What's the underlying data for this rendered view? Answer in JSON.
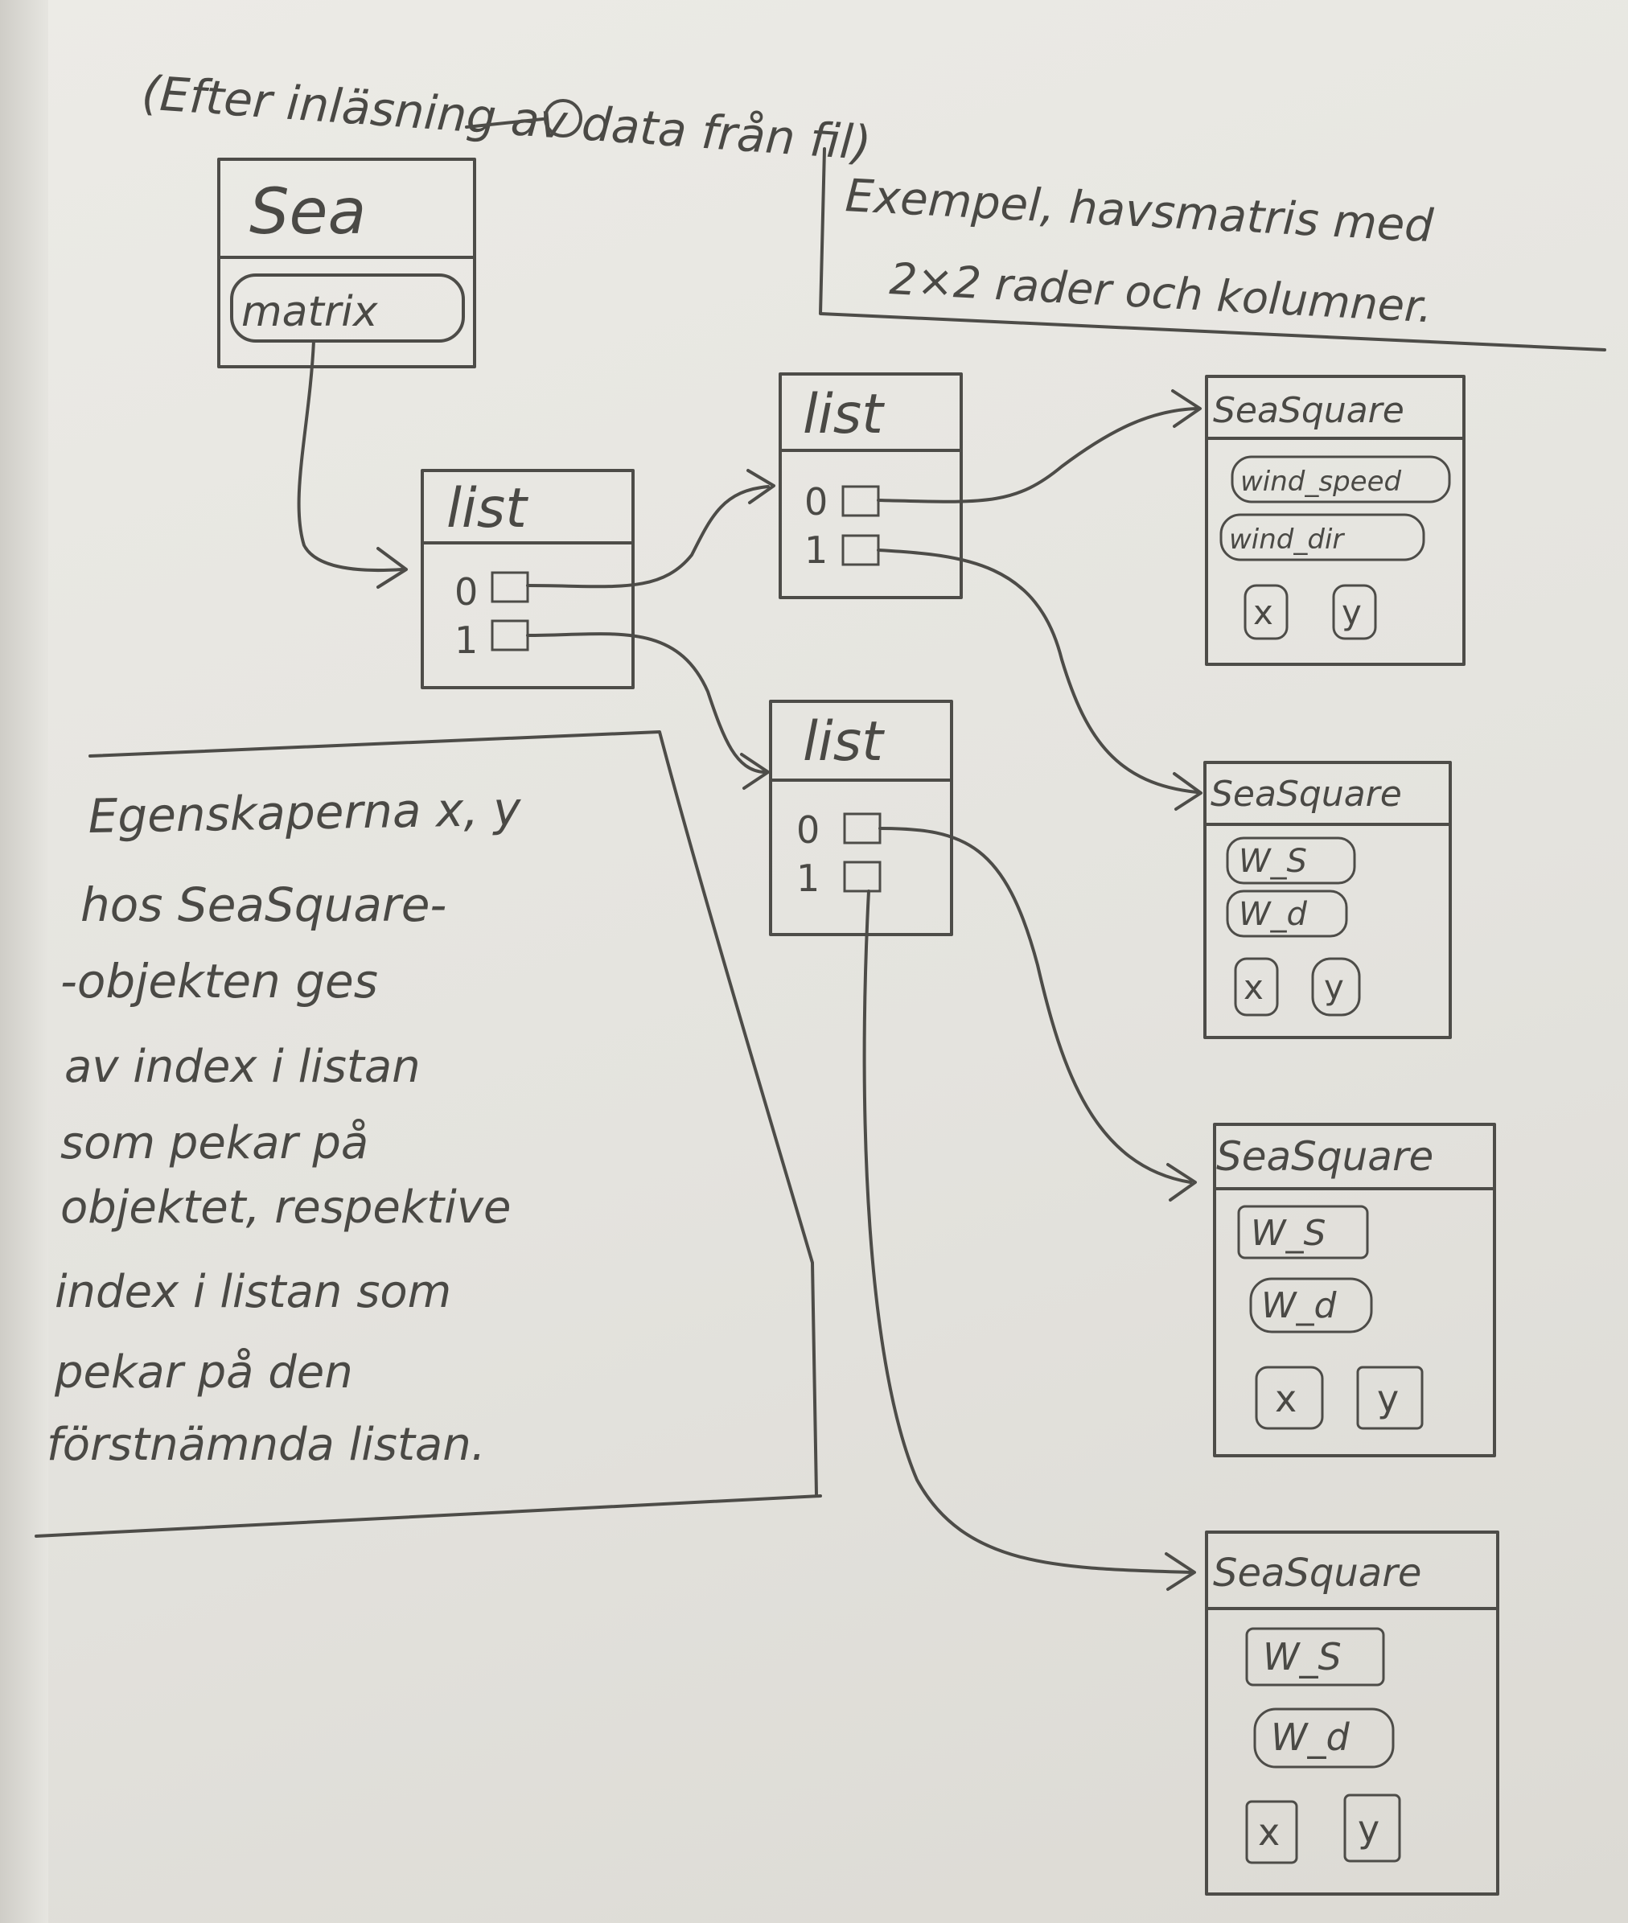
{
  "header": "(Efter inläsning av data från fil)",
  "example_note": {
    "lines": [
      "Exempel, havsmatris med",
      "2×2 rader och kolumner."
    ]
  },
  "sea": {
    "title": "Sea",
    "field": "matrix"
  },
  "outer_list": {
    "title": "list",
    "index_0": "0",
    "index_1": "1"
  },
  "inner_list_a": {
    "title": "list",
    "index_0": "0",
    "index_1": "1"
  },
  "inner_list_b": {
    "title": "list",
    "index_0": "0",
    "index_1": "1"
  },
  "sea_squares": [
    {
      "title": "SeaSquare",
      "field_1": "wind_speed",
      "field_2": "wind_dir",
      "x": "x",
      "y": "y"
    },
    {
      "title": "SeaSquare",
      "field_1": "W_S",
      "field_2": "W_d",
      "x": "x",
      "y": "y"
    },
    {
      "title": "SeaSquare",
      "field_1": "W_S",
      "field_2": "W_d",
      "x": "x",
      "y": "y"
    },
    {
      "title": "SeaSquare",
      "field_1": "W_S",
      "field_2": "W_d",
      "x": "x",
      "y": "y"
    }
  ],
  "note": {
    "lines": [
      "Egenskaperna x, y",
      "hos SeaSquare-",
      "-objekten ges",
      "av index i listan",
      "som pekar på",
      "objektet, respektive",
      "index i listan som",
      "pekar på den",
      "förstnämnda listan."
    ]
  }
}
